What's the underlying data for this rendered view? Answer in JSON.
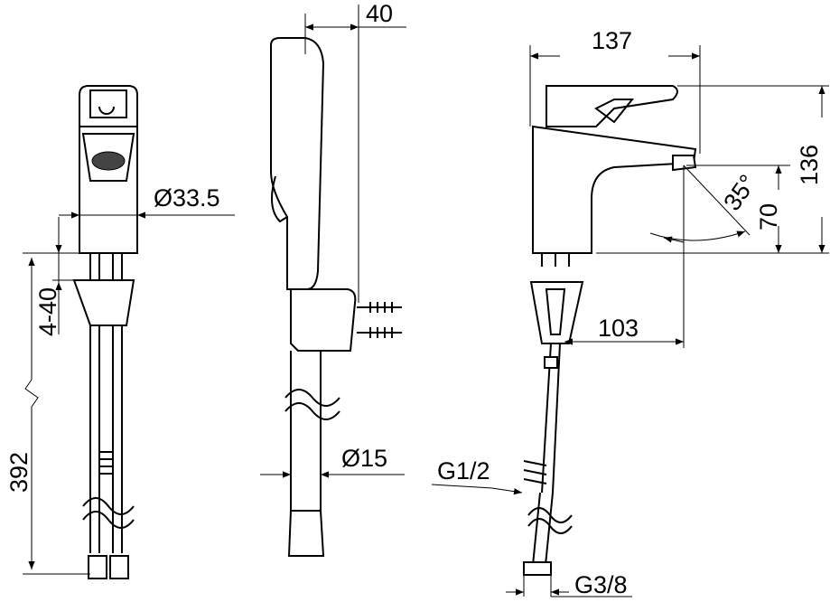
{
  "dimensions": {
    "spray_offset": "40",
    "spout_length": "137",
    "total_height": "136",
    "outlet_height": "70",
    "swivel_angle": "35°",
    "spout_reach": "103",
    "body_diameter": "Ø33.5",
    "deck_thickness": "4-40",
    "hose_length": "392",
    "hose_diameter": "Ø15",
    "inlet_thread": "G1/2",
    "connection_thread": "G3/8"
  },
  "colors": {
    "line": "#000000",
    "background": "#ffffff"
  }
}
